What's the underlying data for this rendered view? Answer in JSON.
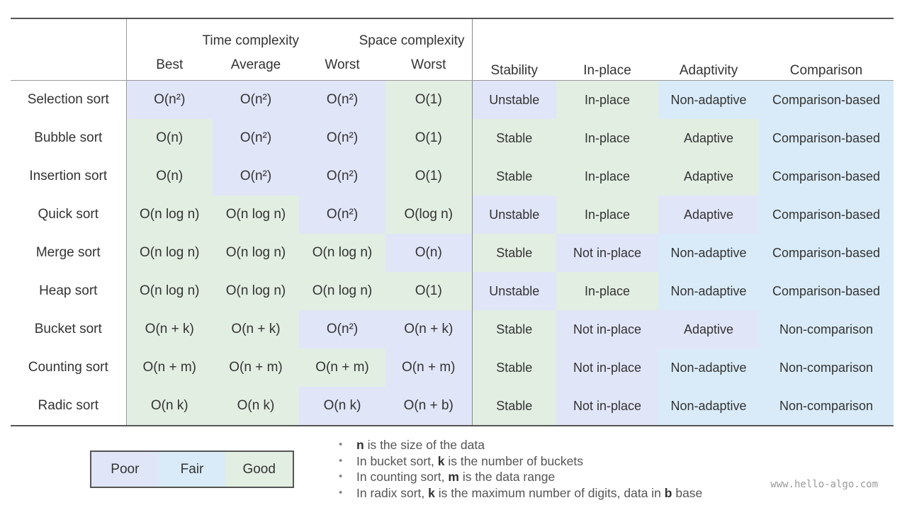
{
  "header": {
    "group_time": "Time complexity",
    "group_space": "Space complexity",
    "col_best": "Best",
    "col_average": "Average",
    "col_worst_time": "Worst",
    "col_worst_space": "Worst",
    "col_stability": "Stability",
    "col_inplace": "In-place",
    "col_adaptivity": "Adaptivity",
    "col_comparison": "Comparison"
  },
  "rows": [
    {
      "name": "Selection sort",
      "cells": [
        [
          "O(n²)",
          "poor"
        ],
        [
          "O(n²)",
          "poor"
        ],
        [
          "O(n²)",
          "poor"
        ],
        [
          "O(1)",
          "good"
        ],
        [
          "Unstable",
          "poor"
        ],
        [
          "In-place",
          "good"
        ],
        [
          "Non-adaptive",
          "fair"
        ],
        [
          "Comparison-based",
          "fair"
        ]
      ]
    },
    {
      "name": "Bubble sort",
      "cells": [
        [
          "O(n)",
          "good"
        ],
        [
          "O(n²)",
          "poor"
        ],
        [
          "O(n²)",
          "poor"
        ],
        [
          "O(1)",
          "good"
        ],
        [
          "Stable",
          "good"
        ],
        [
          "In-place",
          "good"
        ],
        [
          "Adaptive",
          "good"
        ],
        [
          "Comparison-based",
          "fair"
        ]
      ]
    },
    {
      "name": "Insertion sort",
      "cells": [
        [
          "O(n)",
          "good"
        ],
        [
          "O(n²)",
          "poor"
        ],
        [
          "O(n²)",
          "poor"
        ],
        [
          "O(1)",
          "good"
        ],
        [
          "Stable",
          "good"
        ],
        [
          "In-place",
          "good"
        ],
        [
          "Adaptive",
          "good"
        ],
        [
          "Comparison-based",
          "fair"
        ]
      ]
    },
    {
      "name": "Quick sort",
      "cells": [
        [
          "O(n log n)",
          "good"
        ],
        [
          "O(n log n)",
          "good"
        ],
        [
          "O(n²)",
          "poor"
        ],
        [
          "O(log n)",
          "good"
        ],
        [
          "Unstable",
          "poor"
        ],
        [
          "In-place",
          "good"
        ],
        [
          "Adaptive",
          "poor"
        ],
        [
          "Comparison-based",
          "fair"
        ]
      ]
    },
    {
      "name": "Merge sort",
      "cells": [
        [
          "O(n log n)",
          "good"
        ],
        [
          "O(n log n)",
          "good"
        ],
        [
          "O(n log n)",
          "good"
        ],
        [
          "O(n)",
          "poor"
        ],
        [
          "Stable",
          "good"
        ],
        [
          "Not in-place",
          "poor"
        ],
        [
          "Non-adaptive",
          "fair"
        ],
        [
          "Comparison-based",
          "fair"
        ]
      ]
    },
    {
      "name": "Heap sort",
      "cells": [
        [
          "O(n log n)",
          "good"
        ],
        [
          "O(n log n)",
          "good"
        ],
        [
          "O(n log n)",
          "good"
        ],
        [
          "O(1)",
          "good"
        ],
        [
          "Unstable",
          "poor"
        ],
        [
          "In-place",
          "good"
        ],
        [
          "Non-adaptive",
          "fair"
        ],
        [
          "Comparison-based",
          "fair"
        ]
      ]
    },
    {
      "name": "Bucket sort",
      "cells": [
        [
          "O(n + k)",
          "good"
        ],
        [
          "O(n + k)",
          "good"
        ],
        [
          "O(n²)",
          "poor"
        ],
        [
          "O(n + k)",
          "poor"
        ],
        [
          "Stable",
          "good"
        ],
        [
          "Not in-place",
          "poor"
        ],
        [
          "Adaptive",
          "poor"
        ],
        [
          "Non-comparison",
          "fair"
        ]
      ]
    },
    {
      "name": "Counting sort",
      "cells": [
        [
          "O(n + m)",
          "good"
        ],
        [
          "O(n + m)",
          "good"
        ],
        [
          "O(n + m)",
          "good"
        ],
        [
          "O(n + m)",
          "poor"
        ],
        [
          "Stable",
          "good"
        ],
        [
          "Not in-place",
          "poor"
        ],
        [
          "Non-adaptive",
          "fair"
        ],
        [
          "Non-comparison",
          "fair"
        ]
      ]
    },
    {
      "name": "Radic sort",
      "cells": [
        [
          "O(n k)",
          "good"
        ],
        [
          "O(n k)",
          "good"
        ],
        [
          "O(n k)",
          "poor"
        ],
        [
          "O(n + b)",
          "poor"
        ],
        [
          "Stable",
          "good"
        ],
        [
          "Not in-place",
          "poor"
        ],
        [
          "Non-adaptive",
          "fair"
        ],
        [
          "Non-comparison",
          "fair"
        ]
      ]
    }
  ],
  "legend": {
    "poor": "Poor",
    "fair": "Fair",
    "good": "Good"
  },
  "notes": [
    {
      "b": "n",
      "rest": " is the size of the data"
    },
    {
      "pre": "In bucket sort, ",
      "b": "k",
      "rest": " is the number of buckets"
    },
    {
      "pre": "In counting sort, ",
      "b": "m",
      "rest": " is the data range"
    },
    {
      "pre": "In radix sort, ",
      "b": "k",
      "rest": " is the maximum number of digits, data in ",
      "b2": "b",
      "rest2": " base"
    }
  ],
  "site": "www.hello-algo.com",
  "colors": {
    "poor": "#e0e5f8",
    "fair": "#d9ebf8",
    "good": "#e2eee1"
  }
}
